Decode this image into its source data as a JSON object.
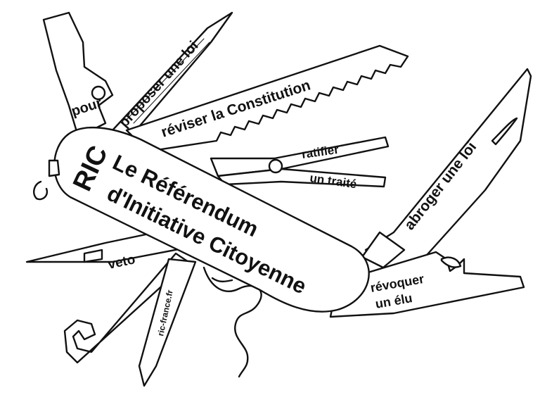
{
  "handle": {
    "logo": "RIC",
    "title_line1": "Le Référendum",
    "title_line2": "d'Initiative Citoyenne"
  },
  "tools": {
    "pour": "pour",
    "proposer": "proposer une loi",
    "reviser": "réviser la Constitution",
    "ratifier_line1": "ratifier",
    "ratifier_line2": "un traité",
    "abroger": "abroger une loi",
    "veto": "veto",
    "website": "ric-france.fr",
    "revoquer_line1": "révoquer",
    "revoquer_line2": "un élu"
  },
  "colors": {
    "ink": "#111111",
    "paper": "#ffffff"
  }
}
